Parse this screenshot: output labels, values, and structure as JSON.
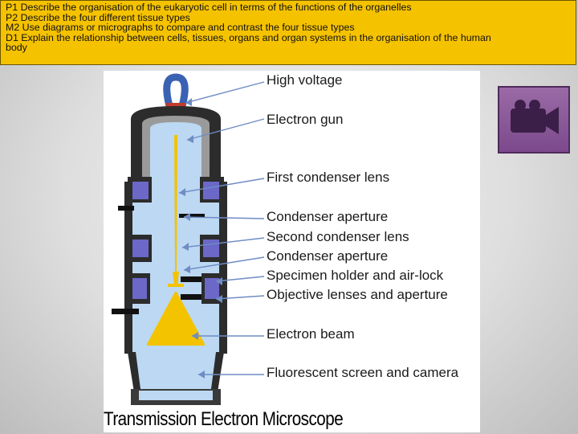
{
  "objectives": [
    "P1 Describe the organisation of the eukaryotic cell in terms of the functions of the organelles",
    "P2 Describe the four different tissue types",
    "M2 Use diagrams or micrographs to compare and contrast the four tissue types",
    "D1 Explain the relationship between cells, tissues, organs and organ systems in the organisation of the human",
    "body"
  ],
  "diagram": {
    "labels": [
      "High voltage",
      "Electron gun",
      "First condenser lens",
      "Condenser  aperture",
      "Second condenser lens",
      "Condenser aperture",
      "Specimen holder and air-lock",
      "Objective lenses and aperture",
      "Electron beam",
      "Fluorescent  screen  and camera"
    ],
    "caption": "Transmission Electron Microscope"
  },
  "colors": {
    "objectives_bg": "#f5c200",
    "video_button": "#8a5a98",
    "beam": "#f3c300",
    "column_light": "#bcd8f2",
    "lens": "#6b68c8",
    "arrows": "#6f8cc4"
  },
  "video_button": {
    "icon": "video-camera-icon"
  }
}
